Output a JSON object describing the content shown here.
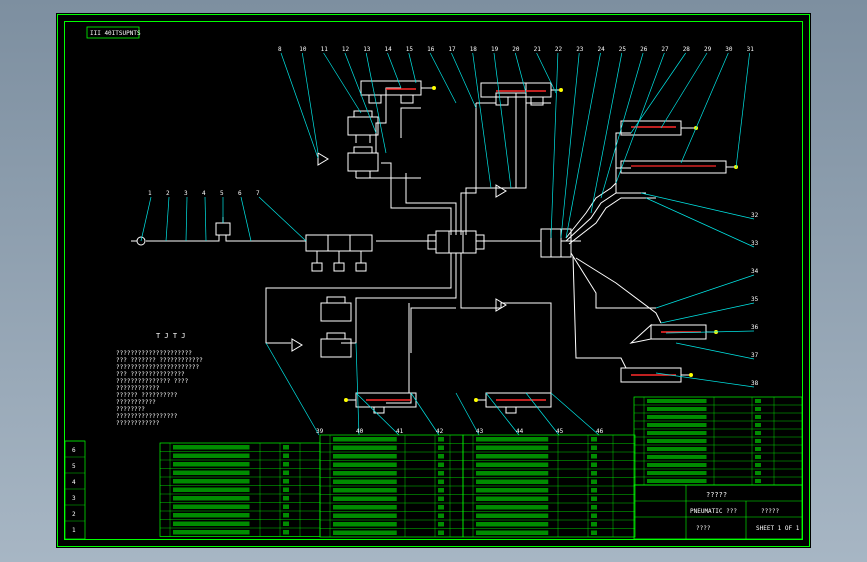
{
  "drawing": {
    "corner_tag": "III 40ITSUPNTS",
    "notes_title": "T J T J",
    "main_title": "?????",
    "drawing_name": "PNEUMATIC ???",
    "drawing_no": "????",
    "project": "?????",
    "sheet_label": "SHEET 1 OF 1"
  },
  "colors": {
    "sheet": "#000000",
    "frame": "#00ff00",
    "pipe": "#ffffff",
    "leader": "#00e5e5",
    "component": "#ffffff",
    "accent_red": "#ff2a2a",
    "accent_yellow": "#ffff00"
  },
  "callouts_top": [
    "8",
    "10",
    "11",
    "12",
    "13",
    "14",
    "15",
    "16",
    "17",
    "18",
    "19",
    "20",
    "21",
    "22",
    "23",
    "24",
    "25",
    "26",
    "27",
    "28",
    "29",
    "30",
    "31"
  ],
  "callouts_left": [
    "1",
    "2",
    "3",
    "4",
    "5",
    "6",
    "7"
  ],
  "callouts_right": [
    "32",
    "33",
    "34",
    "35",
    "36",
    "37",
    "38"
  ],
  "callouts_bottom": [
    "39",
    "40",
    "41",
    "42",
    "43",
    "44",
    "45",
    "46"
  ],
  "notes": [
    "?????????????????????",
    "??? ??????? ????????????",
    "???????????????????????",
    "??? ???????????????",
    "??????????????? ????",
    "????????????",
    "?????? ??????????",
    "???????????",
    "????????",
    "?????????????????",
    "????????????"
  ],
  "title_side_rows": [
    "6",
    "5",
    "4",
    "3",
    "2",
    "1"
  ]
}
